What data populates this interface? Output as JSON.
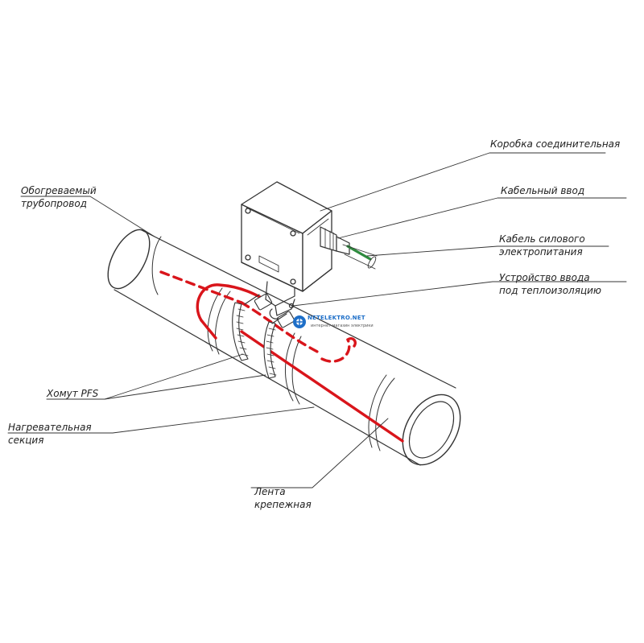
{
  "labels": {
    "junction_box": "Коробка соединительная",
    "cable_gland": "Кабельный ввод",
    "power_cable_1": "Кабель силового",
    "power_cable_2": "электропитания",
    "entry_device_1": "Устройство ввода",
    "entry_device_2": "под теплоизоляцию",
    "heated_pipe_1": "Обогреваемый",
    "heated_pipe_2": "трубопровод",
    "clamp": "Хомут PFS",
    "heating_section_1": "Нагревательная",
    "heating_section_2": "секция",
    "tape_1": "Лента",
    "tape_2": "крепежная"
  },
  "watermark": {
    "title": "NETELEKTRO.NET",
    "subtitle": "интернет-магазин электрики"
  },
  "colors": {
    "line": "#333333",
    "heating_cable": "#d9151b",
    "power_cable": "#2e8b3e",
    "watermark_blue": "#1e6fc8"
  }
}
